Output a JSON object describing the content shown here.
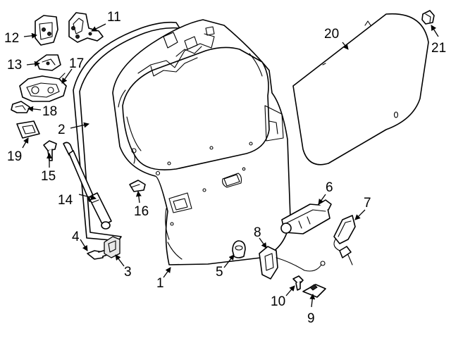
{
  "diagram": {
    "line_color": "#000000",
    "background": "#ffffff"
  },
  "callouts": {
    "c1": "1",
    "c2": "2",
    "c3": "3",
    "c4": "4",
    "c5": "5",
    "c6": "6",
    "c7": "7",
    "c8": "8",
    "c9": "9",
    "c10": "10",
    "c11": "11",
    "c12": "12",
    "c13": "13",
    "c14": "14",
    "c15": "15",
    "c16": "16",
    "c17": "17",
    "c18": "18",
    "c19": "19",
    "c20": "20",
    "c21": "21"
  }
}
